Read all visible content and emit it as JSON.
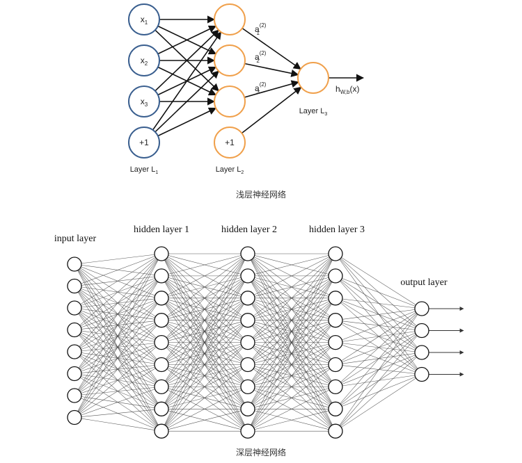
{
  "shallow": {
    "caption": "浅层神经网络",
    "input_nodes": [
      {
        "var": "x",
        "sub": "1"
      },
      {
        "var": "x",
        "sub": "2"
      },
      {
        "var": "x",
        "sub": "3"
      },
      {
        "var": "+1",
        "sub": ""
      }
    ],
    "hidden_nodes": [
      "",
      "",
      "",
      "+1"
    ],
    "activation_labels": [
      {
        "var": "a",
        "sub": "1",
        "sup": "(2)"
      },
      {
        "var": "a",
        "sub": "2",
        "sup": "(2)"
      },
      {
        "var": "a",
        "sub": "3",
        "sup": "(2)"
      }
    ],
    "output_label": {
      "main": "h",
      "sub": "W,b",
      "tail": "(x)"
    },
    "layer_labels": [
      {
        "text": "Layer L",
        "sub": "1"
      },
      {
        "text": "Layer L",
        "sub": "2"
      },
      {
        "text": "Layer L",
        "sub": "3"
      }
    ],
    "colors": {
      "input": "#3a5f8f",
      "hidden": "#f0a04b",
      "edge": "#111111"
    }
  },
  "deep": {
    "caption": "深层神经网络",
    "layers": [
      {
        "label": "input layer",
        "nodes": 8
      },
      {
        "label": "hidden layer 1",
        "nodes": 9
      },
      {
        "label": "hidden layer 2",
        "nodes": 9
      },
      {
        "label": "hidden layer 3",
        "nodes": 9
      },
      {
        "label": "output layer",
        "nodes": 4
      }
    ],
    "colors": {
      "node": "#111111",
      "edge": "#444444"
    }
  }
}
